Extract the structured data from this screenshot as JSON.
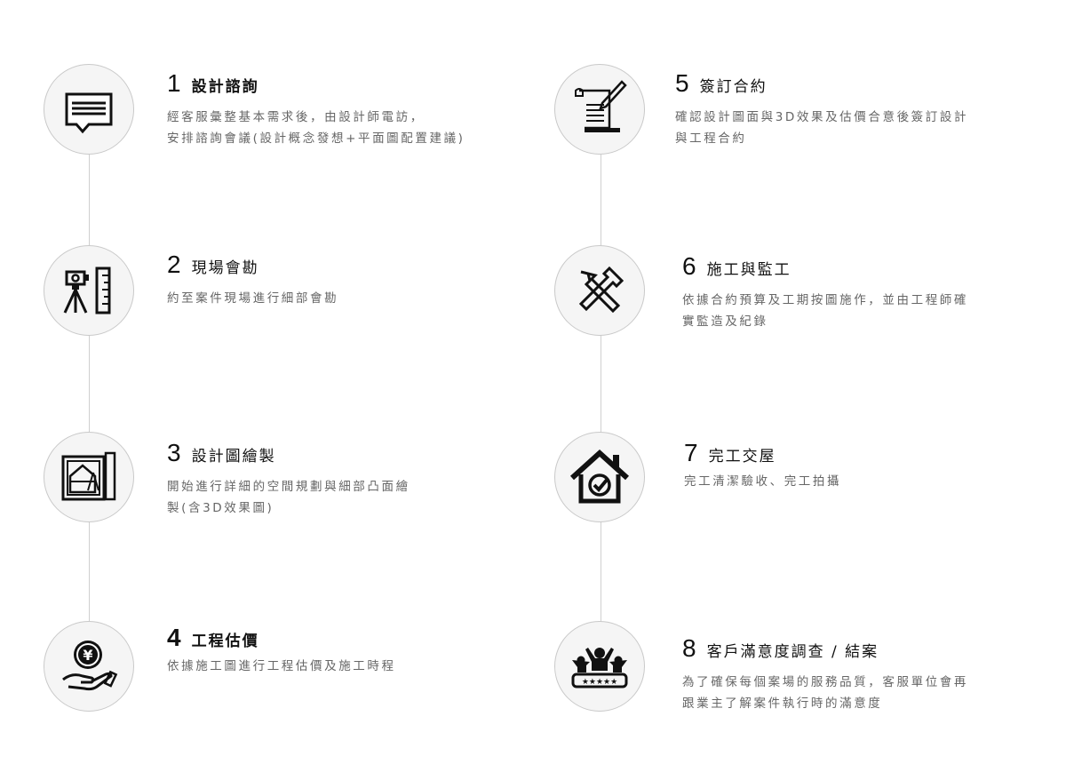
{
  "steps": [
    {
      "num": "1",
      "title": "設計諮詢",
      "desc": [
        "經客服彙整基本需求後，由設計師電訪，",
        "安排諮詢會議(設計概念發想+平面圖配置建議)"
      ],
      "icon": "speech-bubble-icon"
    },
    {
      "num": "2",
      "title": "現場會勘",
      "desc": [
        "約至案件現場進行細部會勘"
      ],
      "icon": "surveyor-camera-icon"
    },
    {
      "num": "3",
      "title": "設計圖繪製",
      "desc": [
        "開始進行詳細的空間規劃與細部凸面繪",
        "製(含3D效果圖)"
      ],
      "icon": "blueprint-icon"
    },
    {
      "num": "4",
      "title": "工程估價",
      "desc": [
        "依據施工圖進行工程估價及施工時程"
      ],
      "icon": "yen-coin-hand-icon"
    },
    {
      "num": "5",
      "title": "簽訂合約",
      "desc": [
        "確認設計圖面與3D效果及估價合意後簽訂設計",
        "與工程合約"
      ],
      "icon": "contract-scroll-icon"
    },
    {
      "num": "6",
      "title": "施工與監工",
      "desc": [
        "依據合約預算及工期按圖施作，並由工程師確",
        "實監造及紀錄"
      ],
      "icon": "tools-icon"
    },
    {
      "num": "7",
      "title": "完工交屋",
      "desc": [
        "完工清潔驗收、完工拍攝"
      ],
      "icon": "house-check-icon"
    },
    {
      "num": "8",
      "title": "客戶滿意度調查 / 結案",
      "desc": [
        "為了確保每個案場的服務品質，客服單位會再",
        "跟業主了解案件執行時的滿意度"
      ],
      "icon": "customer-rating-icon"
    }
  ]
}
